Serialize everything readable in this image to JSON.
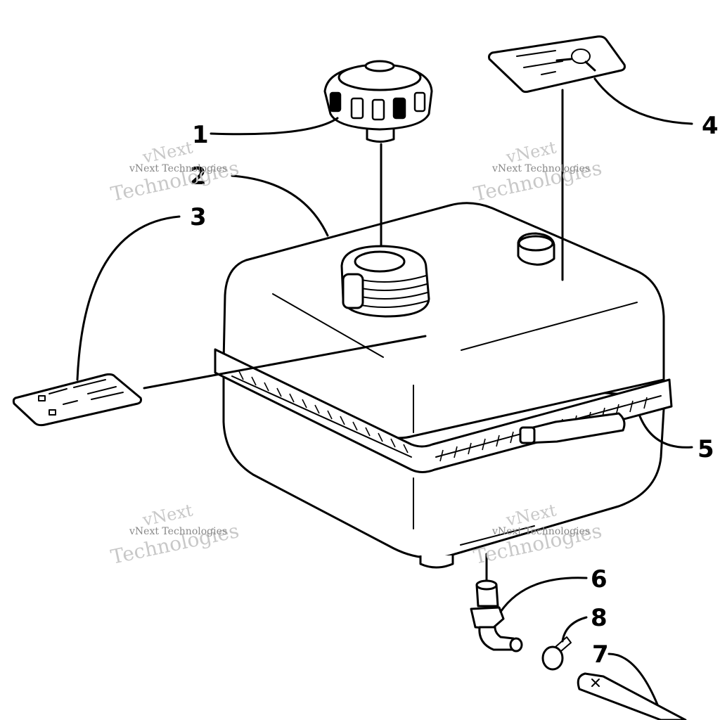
{
  "diagram": {
    "callouts": [
      {
        "id": "1",
        "label": "1"
      },
      {
        "id": "2",
        "label": "2"
      },
      {
        "id": "3",
        "label": "3"
      },
      {
        "id": "4",
        "label": "4"
      },
      {
        "id": "5",
        "label": "5"
      },
      {
        "id": "6",
        "label": "6"
      },
      {
        "id": "7",
        "label": "7"
      },
      {
        "id": "8",
        "label": "8"
      }
    ],
    "watermark": {
      "line_small": "vNext Technologies",
      "line_big_1": "vNext",
      "line_big_2": "Technologies"
    },
    "colors": {
      "line": "#000000",
      "watermark": "#c8c8c8",
      "background": "#ffffff"
    }
  }
}
